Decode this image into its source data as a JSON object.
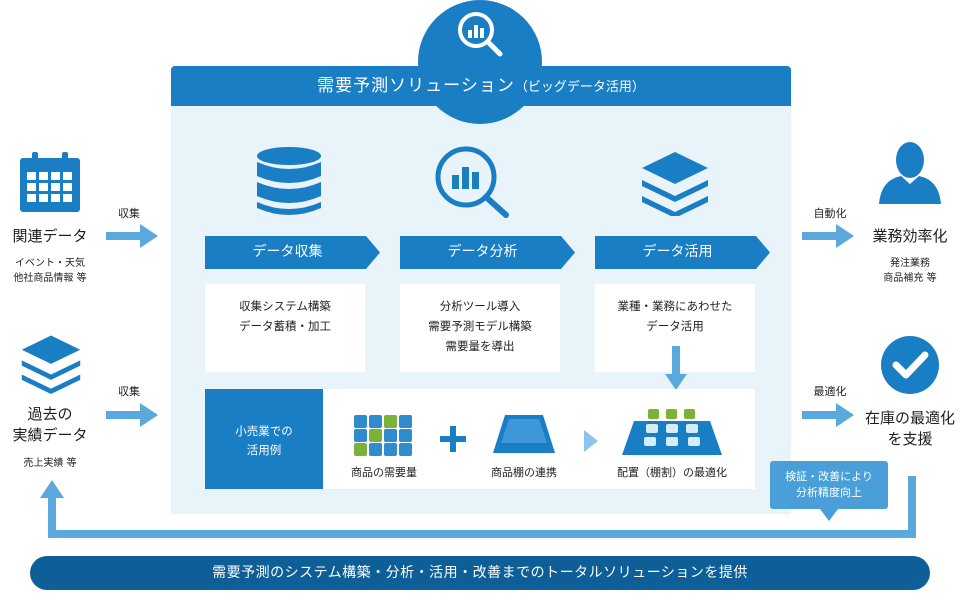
{
  "header": {
    "title": "需要予測ソリューション",
    "subtitle": "（ビッグデータ活用）"
  },
  "steps": [
    {
      "label": "データ収集",
      "lines": [
        "収集システム構築",
        "データ蓄積・加工"
      ],
      "icon": "database-icon"
    },
    {
      "label": "データ分析",
      "lines": [
        "分析ツール導入",
        "需要予測モデル構築",
        "需要量を導出"
      ],
      "icon": "chart-magnifier-icon"
    },
    {
      "label": "データ活用",
      "lines": [
        "業種・業務にあわせた",
        "データ活用"
      ],
      "icon": "layers-icon"
    }
  ],
  "example": {
    "label_line1": "小売業での",
    "label_line2": "活用例",
    "items": [
      "商品の需要量",
      "商品棚の連携",
      "配置（棚割）の最適化"
    ]
  },
  "inputs": [
    {
      "title": "関連データ",
      "sub1": "イベント・天気",
      "sub2": "他社商品情報 等",
      "arrow": "収集",
      "icon": "calendar-icon"
    },
    {
      "title1": "過去の",
      "title2": "実績データ",
      "sub1": "売上実績 等",
      "arrow": "収集",
      "icon": "layers-icon"
    }
  ],
  "outputs": [
    {
      "title": "業務効率化",
      "sub1": "発注業務",
      "sub2": "商品補充 等",
      "arrow": "自動化",
      "icon": "person-icon"
    },
    {
      "title1": "在庫の最適化",
      "title2": "を支援",
      "arrow": "最適化",
      "icon": "check-circle-icon"
    }
  ],
  "feedback": {
    "line1": "検証・改善により",
    "line2": "分析精度向上"
  },
  "footer": "需要予測のシステム構築・分析・活用・改善までのトータルソリューションを提供",
  "colors": {
    "primary": "#1a7ec4",
    "dark": "#0e5e98",
    "light_bg": "#e9f3fa",
    "arrow": "#5aa8dc",
    "green": "#7bb23a"
  }
}
